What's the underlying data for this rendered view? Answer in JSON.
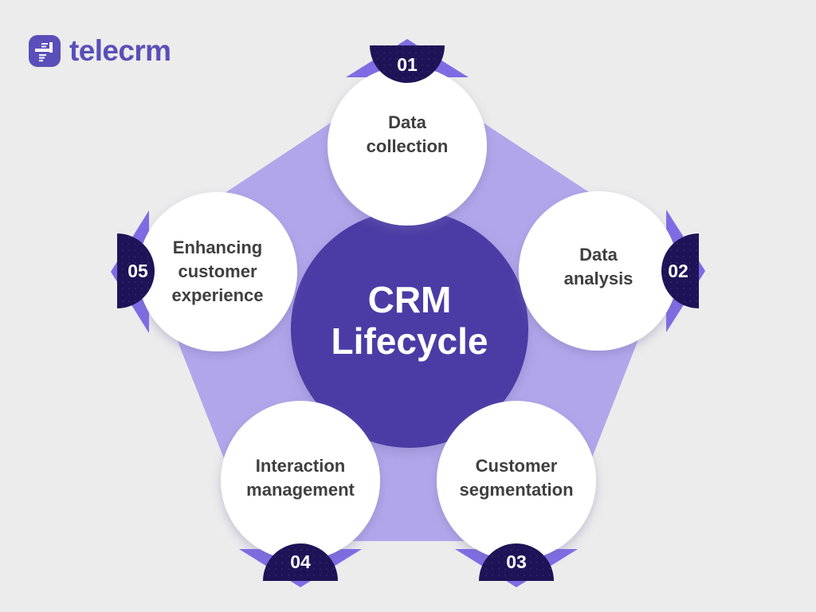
{
  "brand": {
    "name": "telecrm",
    "color": "#5a4fb8"
  },
  "diagram": {
    "center": {
      "title_line1": "CRM",
      "title_line2": "Lifecycle"
    },
    "nodes": [
      {
        "number": "01",
        "lines": [
          "Data",
          "collection"
        ]
      },
      {
        "number": "02",
        "lines": [
          "Data",
          "analysis"
        ]
      },
      {
        "number": "03",
        "lines": [
          "Customer",
          "segmentation"
        ]
      },
      {
        "number": "04",
        "lines": [
          "Interaction",
          "management"
        ]
      },
      {
        "number": "05",
        "lines": [
          "Enhancing",
          "customer",
          "experience"
        ]
      }
    ],
    "colors": {
      "background": "#ececec",
      "pentagon": "#b1a6ea",
      "petal": "#7e6ce4",
      "center_circle": "#4b3aa5",
      "badge": "#1e1356",
      "label_text": "#3f3f3f",
      "title_text": "#ffffff",
      "brand": "#5a4fb8"
    }
  }
}
